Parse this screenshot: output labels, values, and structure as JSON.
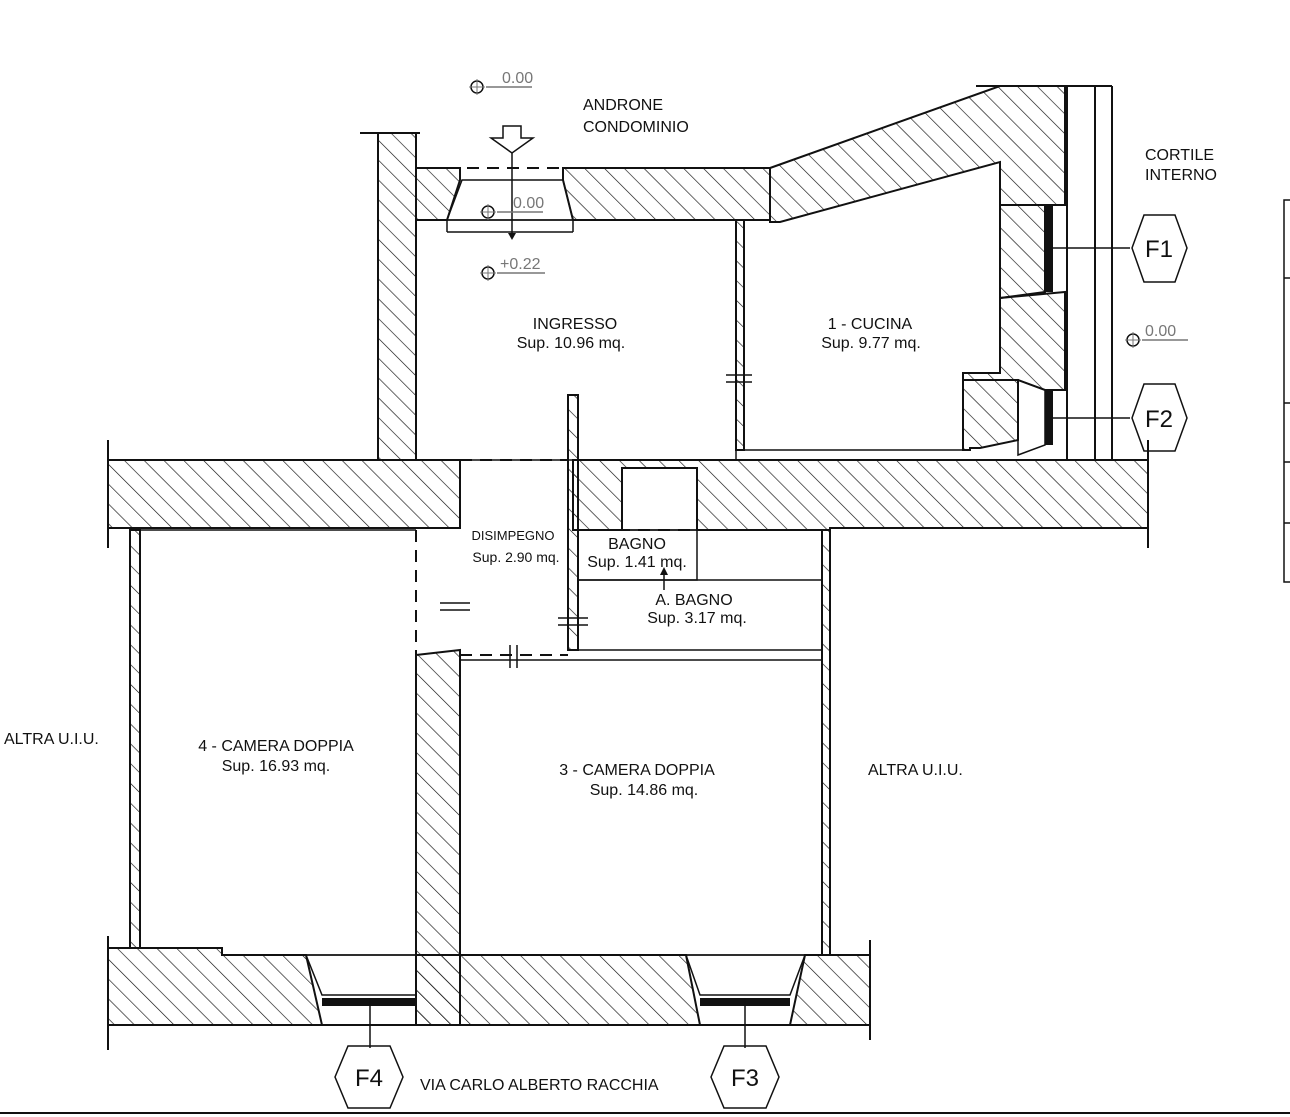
{
  "labels": {
    "androne": [
      "ANDRONE",
      "CONDOMINIO"
    ],
    "cortile": [
      "CORTILE",
      "INTERNO"
    ],
    "altra_left": "ALTRA U.I.U.",
    "altra_right": "ALTRA U.I.U.",
    "street": "VIA CARLO ALBERTO RACCHIA"
  },
  "levels": {
    "top": "0.00",
    "entrance": "0.00",
    "ingresso": "+0.22",
    "cortile": "0.00"
  },
  "rooms": {
    "ingresso": {
      "name": "INGRESSO",
      "area": "Sup. 10.96 mq."
    },
    "cucina": {
      "name": "1 - CUCINA",
      "area": "Sup. 9.77 mq."
    },
    "disimpegno": {
      "name": "DISIMPEGNO",
      "area": "Sup. 2.90 mq."
    },
    "bagno": {
      "name": "BAGNO",
      "area": "Sup. 1.41 mq."
    },
    "a_bagno": {
      "name": "A. BAGNO",
      "area": "Sup. 3.17 mq."
    },
    "camera4": {
      "name": "4 - CAMERA DOPPIA",
      "area": "Sup. 16.93 mq."
    },
    "camera3": {
      "name": "3 - CAMERA DOPPIA",
      "area": "Sup. 14.86 mq."
    }
  },
  "windows": {
    "f1": "F1",
    "f2": "F2",
    "f3": "F3",
    "f4": "F4"
  }
}
